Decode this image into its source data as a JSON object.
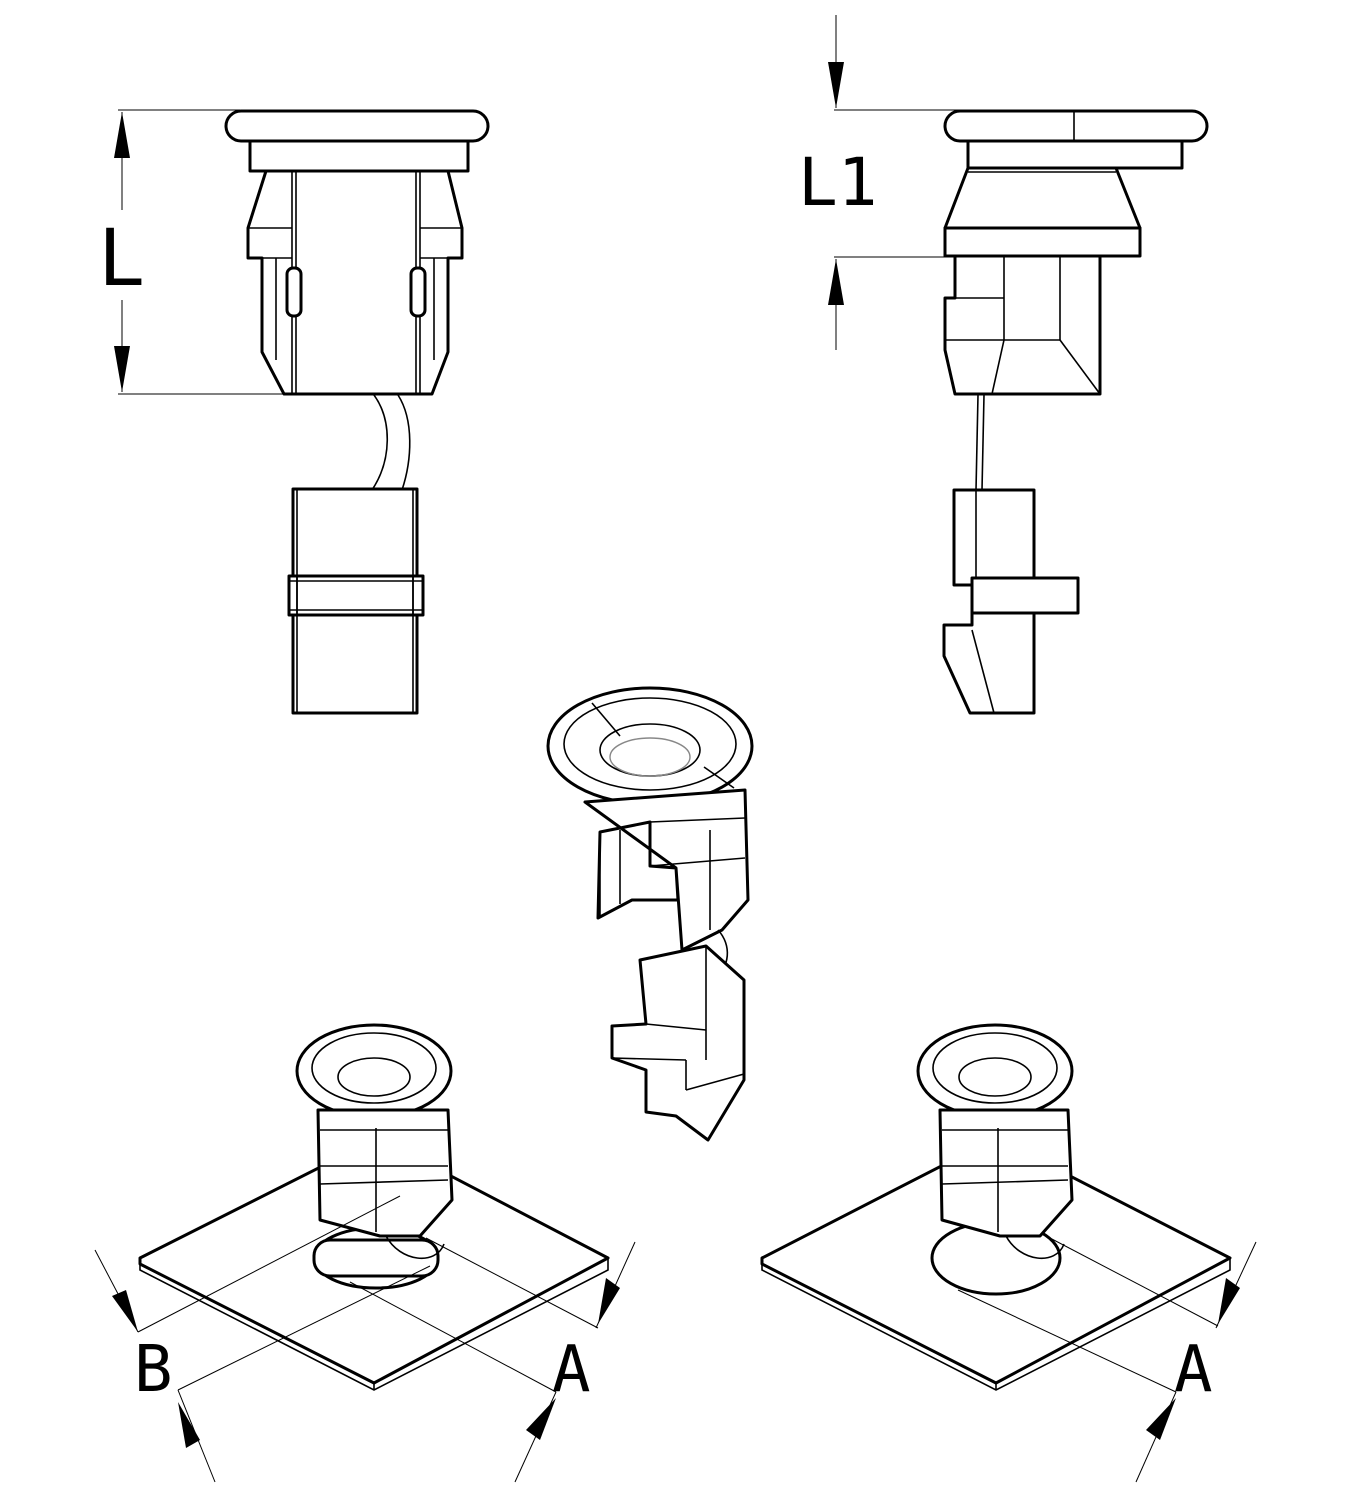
{
  "colors": {
    "line": "#000000",
    "background": "#ffffff",
    "hidden_line": "#888888"
  },
  "dimension_labels": {
    "length": "L",
    "length_1": "L1",
    "width_b": "B",
    "width_a_left": "A",
    "width_a_right": "A"
  }
}
